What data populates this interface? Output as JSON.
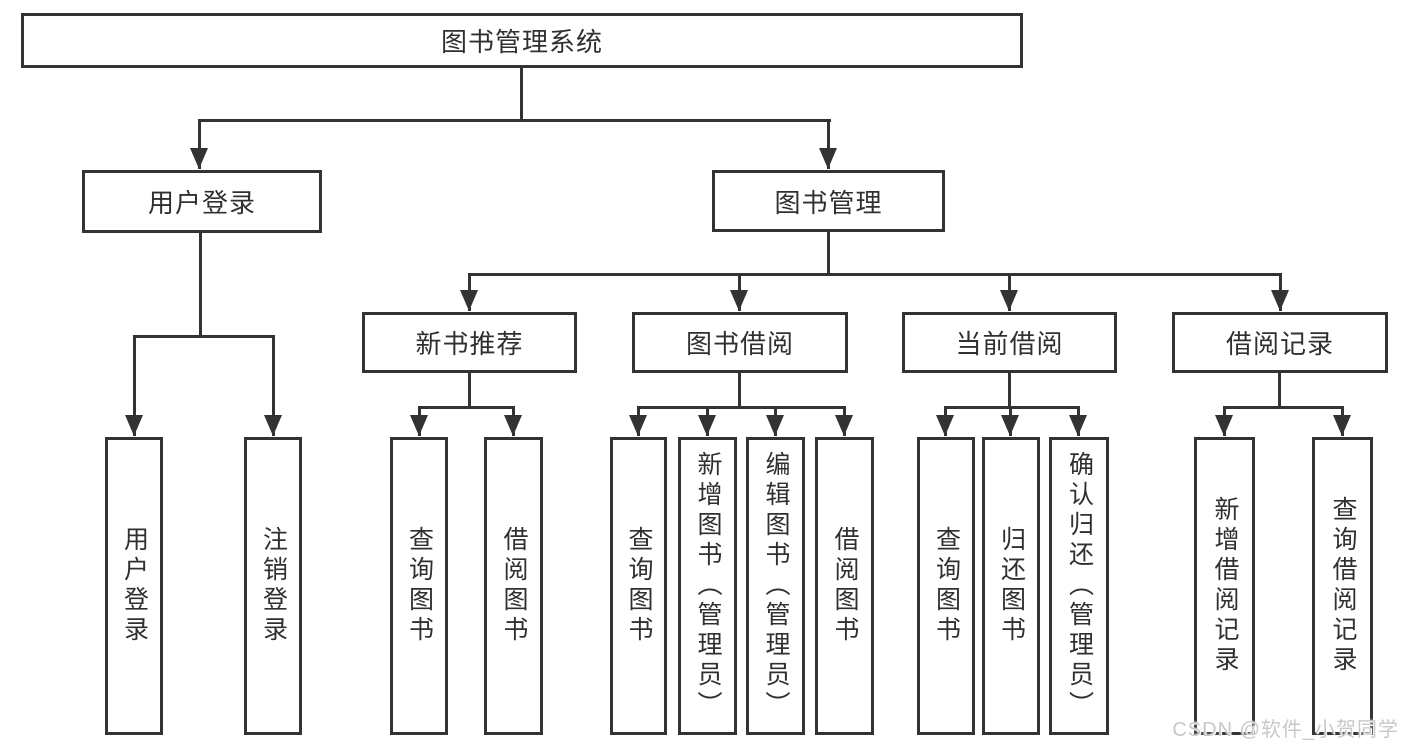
{
  "colors": {
    "line": "#333333",
    "text": "#303030",
    "background": "#ffffff",
    "watermark_text": "#c8c8c8"
  },
  "tree": {
    "root": "图书管理系统",
    "branches": [
      {
        "label": "用户登录",
        "children": [
          "用户登录",
          "注销登录"
        ]
      },
      {
        "label": "图书管理",
        "groups": [
          {
            "label": "新书推荐",
            "children": [
              "查询图书",
              "借阅图书"
            ]
          },
          {
            "label": "图书借阅",
            "children": [
              "查询图书",
              "新增图书（管理员）",
              "编辑图书（管理员）",
              "借阅图书"
            ]
          },
          {
            "label": "当前借阅",
            "children": [
              "查询图书",
              "归还图书",
              "确认归还（管理员）"
            ]
          },
          {
            "label": "借阅记录",
            "children": [
              "新增借阅记录",
              "查询借阅记录"
            ]
          }
        ]
      }
    ]
  },
  "watermark": {
    "text": "CSDN @软件_小贺同学"
  }
}
